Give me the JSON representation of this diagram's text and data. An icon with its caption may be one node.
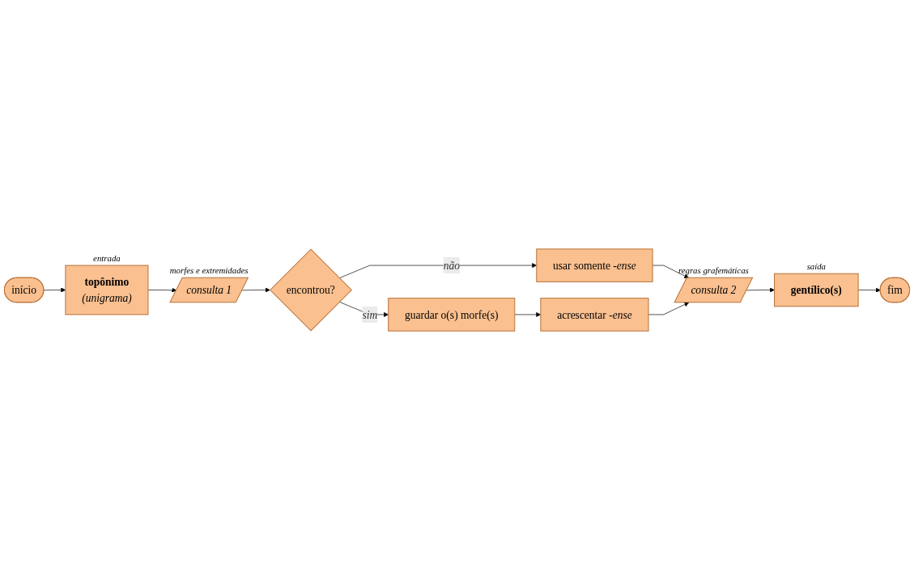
{
  "diagram": {
    "nodes": [
      {
        "text": [
          "início"
        ]
      },
      {
        "text": [
          "topônimo",
          "(unigrama)"
        ],
        "beside": [
          "entrada"
        ]
      },
      {
        "text": [
          "consulta 1"
        ],
        "beside": [
          "morfes e extremidades"
        ]
      },
      {
        "text": [
          "encontrou?"
        ]
      },
      {
        "text": [
          "guardar o(s) morfe(s)"
        ]
      },
      {
        "text": [
          "usar somente -*ense*"
        ]
      },
      {
        "text": [
          "acrescentar -*ense*"
        ]
      },
      {
        "text": [
          "consulta 2"
        ],
        "beside": [
          "regras grafemáticas"
        ]
      },
      {
        "text": [
          "gentílico(s)"
        ],
        "beside": [
          "saída"
        ]
      },
      {
        "text": [
          "fim"
        ]
      }
    ],
    "edges": [
      {
        "from": 0,
        "to": 1,
        "arrow": "to"
      },
      {
        "from": 1,
        "to": 2,
        "arrow": "to"
      },
      {
        "from": 2,
        "to": 3,
        "arrow": "to"
      },
      {
        "from": 3,
        "to": 4,
        "label": "sim",
        "arrow": "to"
      },
      {
        "from": 3,
        "to": 5,
        "label": "não",
        "arrow": "to"
      },
      {
        "from": 5,
        "to": 7,
        "arrow": "to"
      },
      {
        "from": 4,
        "to": 6,
        "arrow": "to"
      },
      {
        "from": 6,
        "to": 7,
        "arrow": "to"
      },
      {
        "from": 7,
        "to": 8,
        "arrow": "to"
      },
      {
        "from": 8,
        "to": 9,
        "arrow": "to"
      }
    ]
  }
}
